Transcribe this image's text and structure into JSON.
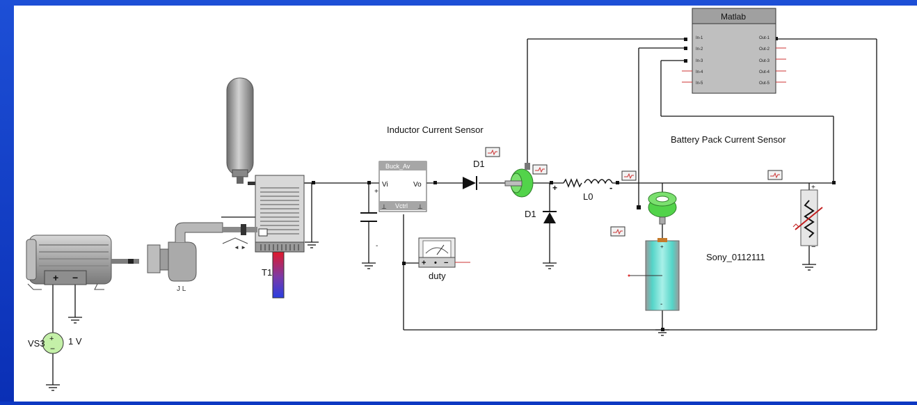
{
  "labels": {
    "inductor_sensor": "Inductor Current Sensor",
    "battery_sensor": "Battery Pack Current Sensor",
    "matlab_title": "Matlab",
    "buck_title": "Buck_Av",
    "buck_vi": "Vi",
    "buck_vo": "Vo",
    "buck_vctrl": "Vctrl",
    "diode_d1_top": "D1",
    "diode_d1_bottom": "D1",
    "inductor": "L0",
    "duty": "duty",
    "battery_name": "Sony_0112111",
    "source_name": "VS3",
    "source_value": "1 V",
    "transformer": "T1"
  },
  "matlab_ports": {
    "inputs": [
      "In-1",
      "In-2",
      "In-3",
      "In-4",
      "In-5"
    ],
    "outputs": [
      "Out-1",
      "Out-2",
      "Out-3",
      "Out-4",
      "Out-5"
    ]
  },
  "colors": {
    "background": "#0d38c2",
    "canvas": "#ffffff",
    "sensor_green": "#52d34a",
    "battery_teal": "#54d4c8",
    "matlab_gray": "#bfbfbf"
  }
}
